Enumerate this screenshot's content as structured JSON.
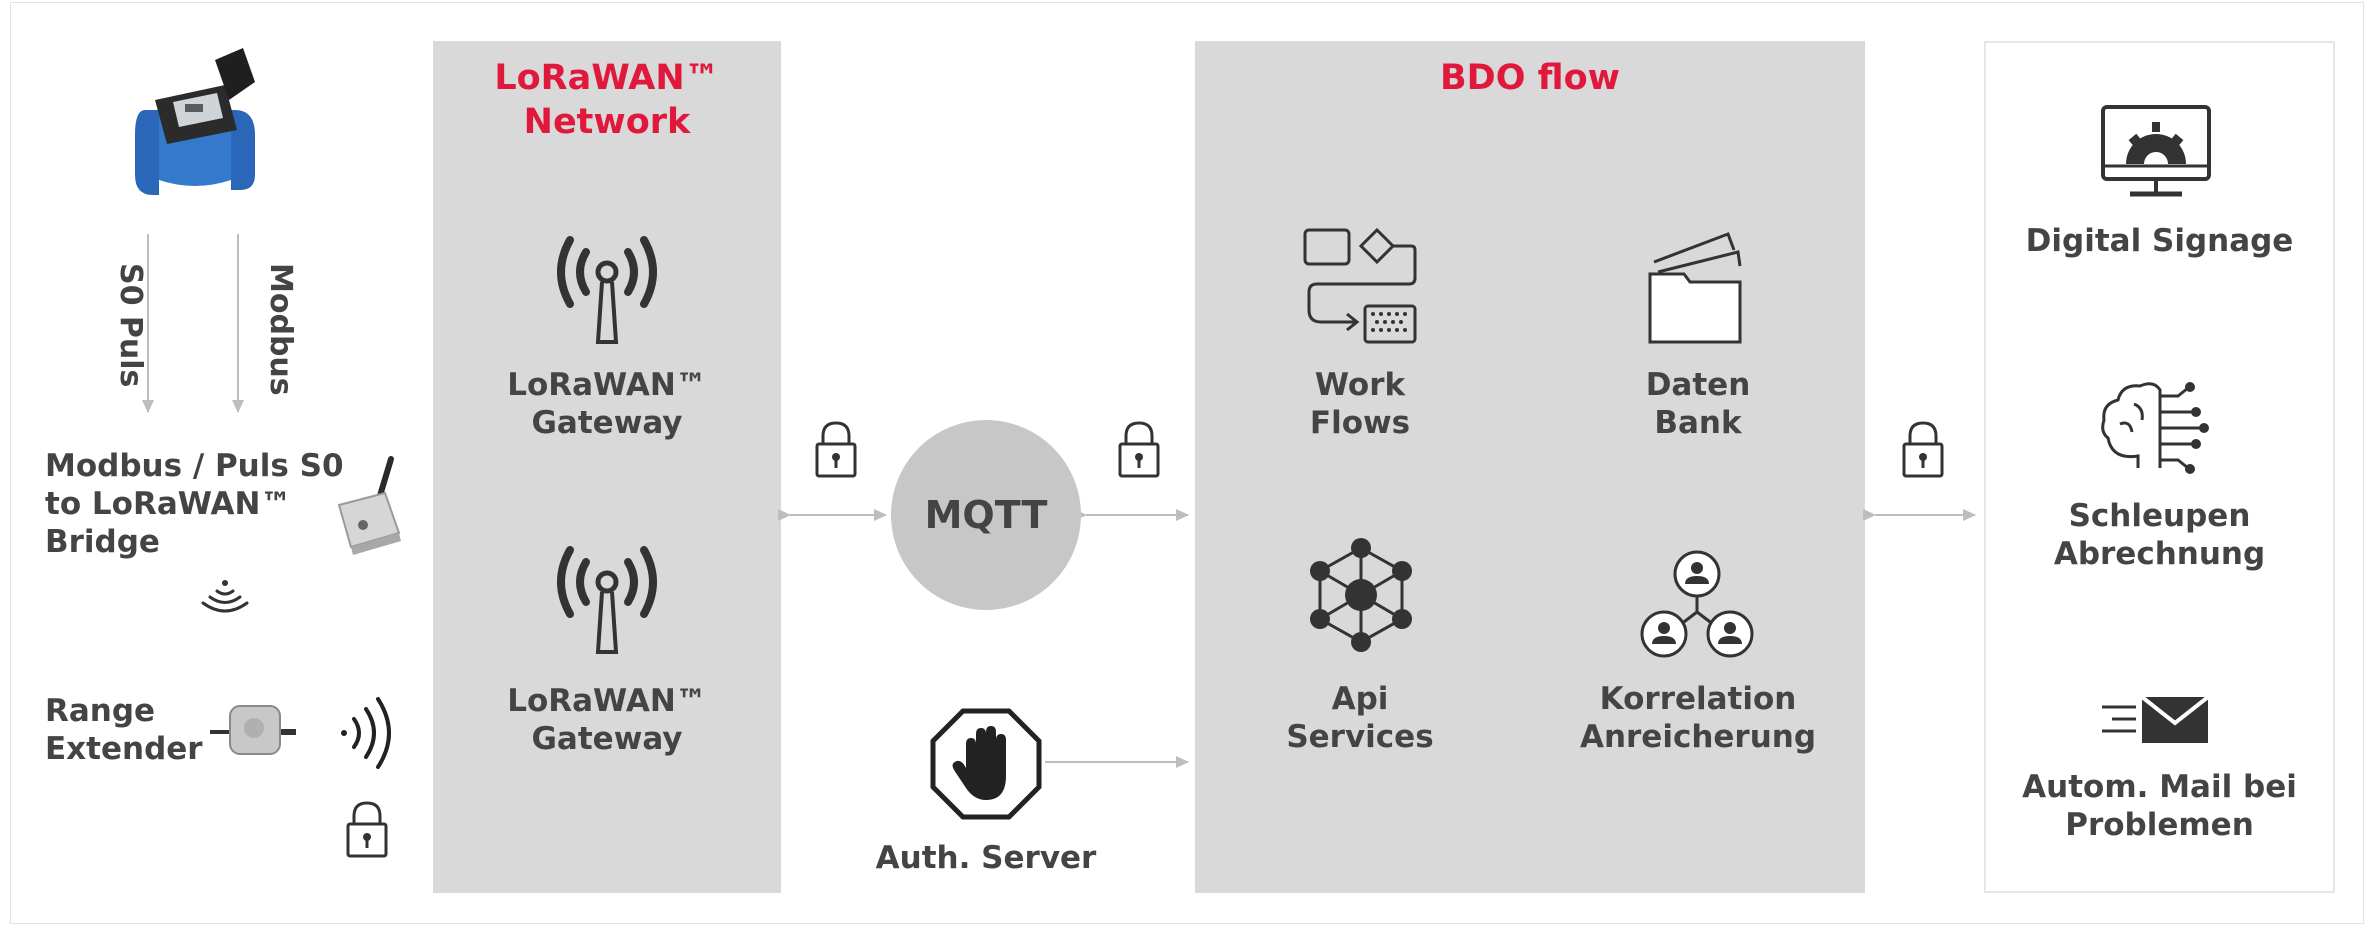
{
  "colors": {
    "accent": "#e0183c",
    "panel": "#d9d9d9",
    "text": "#444444",
    "line": "#bdbdbd"
  },
  "device": {
    "s0_label": "S0 Puls",
    "modbus_label": "Modbus",
    "bridge_label": "Modbus / Puls S0\nto LoRaWAN™\nBridge",
    "range_label": "Range\nExtender"
  },
  "lorawan": {
    "title": "LoRaWAN™\nNetwork",
    "gateway1": "LoRaWAN™\nGateway",
    "gateway2": "LoRaWAN™\nGateway"
  },
  "mqtt": {
    "label": "MQTT"
  },
  "auth": {
    "label": "Auth. Server"
  },
  "bdo": {
    "title": "BDO flow",
    "workflows": "Work\nFlows",
    "database": "Daten\nBank",
    "api": "Api\nServices",
    "correlation": "Korrelation\nAnreicherung"
  },
  "outputs": {
    "signage": "Digital Signage",
    "billing": "Schleupen\nAbrechnung",
    "mail": "Autom. Mail bei\nProblemen"
  },
  "icons": [
    "water-meter-image",
    "bridge-device-image",
    "range-extender-image",
    "wireless-signal-icon",
    "radio-wave-icon",
    "lock-icon",
    "antenna-icon",
    "workflow-icon",
    "folder-icon",
    "network-hub-icon",
    "people-network-icon",
    "stop-hand-icon",
    "monitor-gear-icon",
    "cloud-brain-icon",
    "mail-icon"
  ]
}
